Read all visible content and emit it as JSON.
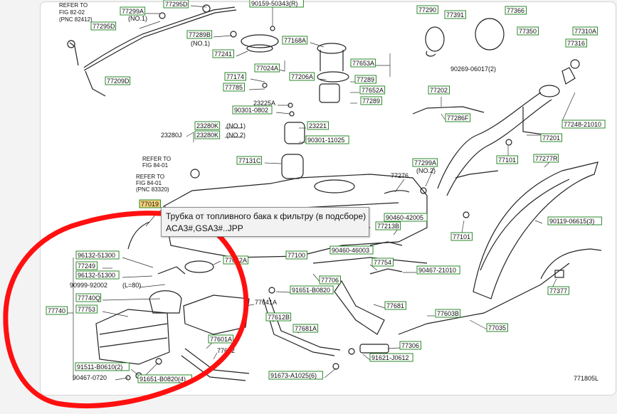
{
  "colors": {
    "label_border": "#2a8a2a",
    "highlight": "#f7d27a",
    "callout": "#ff1010"
  },
  "figure_no": "771805L",
  "tooltip": {
    "line1": "Трубка от топливного бака к фильтру (в подсборе)",
    "line2": "ACA3#,GSA3#..JPP"
  },
  "notes": {
    "refer_8202": [
      "REFER TO",
      "FIG 82-02",
      "(PNC 82412)"
    ],
    "refer_8401a": [
      "REFER TO",
      "FIG 84-01"
    ],
    "refer_8401b": [
      "REFER TO",
      "FIG 84-01",
      "(PNC 83320)"
    ]
  },
  "labels": {
    "p77299A_top": "77299A",
    "no1_a": "(NO.1)",
    "p77295D_a": "77295D",
    "p77295D_b": "77295D",
    "p90159": "90159-50343(R)",
    "p77366": "77366",
    "p77290": "77290",
    "p77391": "77391",
    "p77350": "77350",
    "p77310A": "77310A",
    "p77316": "77316",
    "p77289B": "77289B",
    "no1_b": "(NO.1)",
    "p77241": "77241",
    "p77168A": "77168A",
    "p77209D": "77209D",
    "p77024A": "77024A",
    "p77174": "77174",
    "p77785": "77785",
    "p77206A": "77206A",
    "p77653A": "77653A",
    "p77289_a": "77289",
    "p77652A": "77652A",
    "p77289_b": "77289",
    "p90269": "90269-06017(2)",
    "p77202": "77202",
    "p23225A": "23225A",
    "p90301_0802": "90301-0802",
    "p77286F": "77286F",
    "p77248": "77248-21010",
    "p23280K_1": "23280K",
    "no1_c": "(NO.1)",
    "p23221": "23221",
    "p23280J": "23280J",
    "p23280K_2": "23280K",
    "no2_a": "(NO.2)",
    "p90301_11025": "90301-11025",
    "p77201": "77201",
    "p77131C": "77131C",
    "p77101_a": "77101",
    "p77277R": "77277R",
    "p77276": "77276",
    "p77299A_b": "77299A",
    "no2_b": "(NO.2)",
    "p77019": "77019",
    "p90460_42005": "90460-42005",
    "p90119": "90119-06615(3)",
    "p77213B": "77213B",
    "p77101_b": "77101",
    "p96132_a": "96132-51300",
    "p77249": "77249",
    "p96132_b": "96132-51300",
    "p90999": "90999-92002",
    "l80": "(L=80)",
    "p77100": "77100",
    "p90460_46003": "90460-46003",
    "p77642A": "77642A",
    "p77706": "77706",
    "p77754": "77754",
    "p90467_21010": "90467-21010",
    "p91651_b": "91651-B0820",
    "p77740Q": "77740Q",
    "p77753": "77753",
    "p77740": "77740",
    "p77641A": "77641A",
    "p77681": "77681",
    "p77603B": "77603B",
    "p77377": "77377",
    "p77612B": "77612B",
    "p77681A": "77681A",
    "p77035": "77035",
    "p77601A": "77601A",
    "p77602": "77602",
    "p77306": "77306",
    "p91621": "91621-J0612",
    "p91511": "91511-B0610(2)",
    "p90467_0720": "90467-0720",
    "p91651_c": "91651-B0820(4)",
    "p91673": "91673-A1025(6)"
  }
}
